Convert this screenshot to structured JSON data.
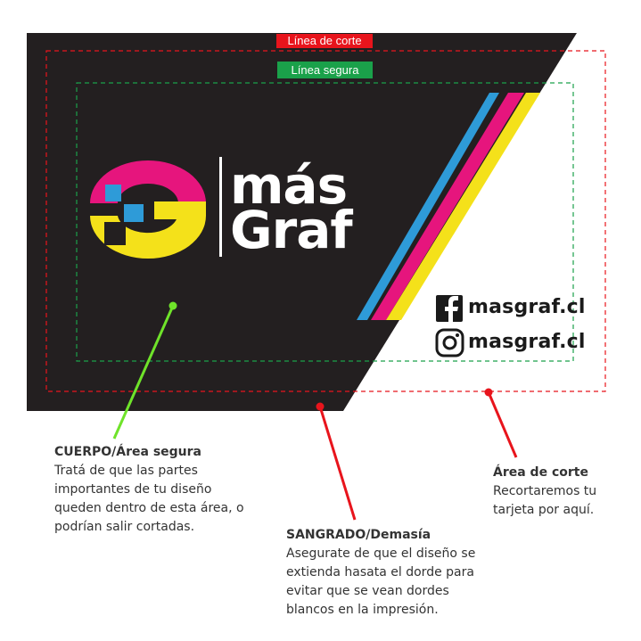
{
  "labels": {
    "cut_line": "Línea de corte",
    "safe_line": "Línea segura"
  },
  "logo": {
    "word1": "más",
    "word2": "Graf"
  },
  "social": {
    "facebook": "masgraf.cl",
    "instagram": "masgraf.cl"
  },
  "callouts": {
    "body": {
      "title": "CUERPO/Área segura",
      "text": "Tratá de que las partes\nimportantes de tu diseño\nqueden dentro de esta área, o\npodrían salir cortadas."
    },
    "bleed": {
      "title": "SANGRADO/Demasía",
      "text": "Asegurate de que el diseño se\nextienda hasata el dorde para\nevitar que se vean dordes\nblancos en la impresión."
    },
    "cut": {
      "title": "Área de corte",
      "text": "Recortaremos tu\ntarjeta por aquí."
    }
  },
  "colors": {
    "card": "#231f20",
    "cut": "#e8141c",
    "safe": "#1aa14a",
    "pointer_green": "#6fe32a",
    "cyan": "#2e9bd8",
    "magenta": "#e6157d",
    "yellow": "#f4e11a"
  }
}
